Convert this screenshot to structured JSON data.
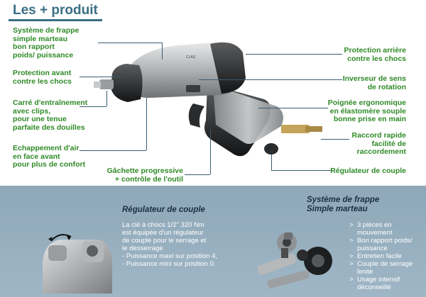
{
  "title": "Les + produit",
  "labels": {
    "frappe": "Système de frappe\nsimple marteau\nbon rapport\npoids/ puissance",
    "protection_avant": "Protection avant\ncontre les chocs",
    "carre": "Carré d'entraînement\navec clips,\npour une tenue\nparfaite des douilles",
    "echappement": "Echappement d'air\nen face avant\npour plus de confort",
    "gachette": "Gâchette progressive\n+ contrôle de l'outil",
    "protection_arriere": "Protection arrière\ncontre les chocs",
    "inverseur": "Inverseur de sens\nde rotation",
    "poignee": "Poignée ergonomique\nen élastomère souple\nbonne prise en main",
    "raccord": "Raccord rapide\nfacilité de\nraccordement",
    "regulateur": "Régulateur de couple"
  },
  "bottom": {
    "regulateur_title": "Régulateur de couple",
    "regulateur_text": "La clé à chocs 1/2\" 320 Nm\nest équipée d'un régulateur\nde couple pour le serrage et\nle desserrage\n- Puissance maxi sur position 4,\n- Puissance mini sur position 0.",
    "frappe_title": "Système de frappe\nSimple marteau",
    "frappe_bullets": [
      "3 pièces en mouvement",
      "Bon rapport poids/ puissance",
      "Entretien facile",
      "Couple de serrage limité",
      "Usage intensif déconseillé"
    ],
    "bullet_marker": ">"
  },
  "colors": {
    "title": "#3a6e84",
    "label": "#2f8a27",
    "leader": "#3a5c73",
    "panel": "#94adbd"
  }
}
